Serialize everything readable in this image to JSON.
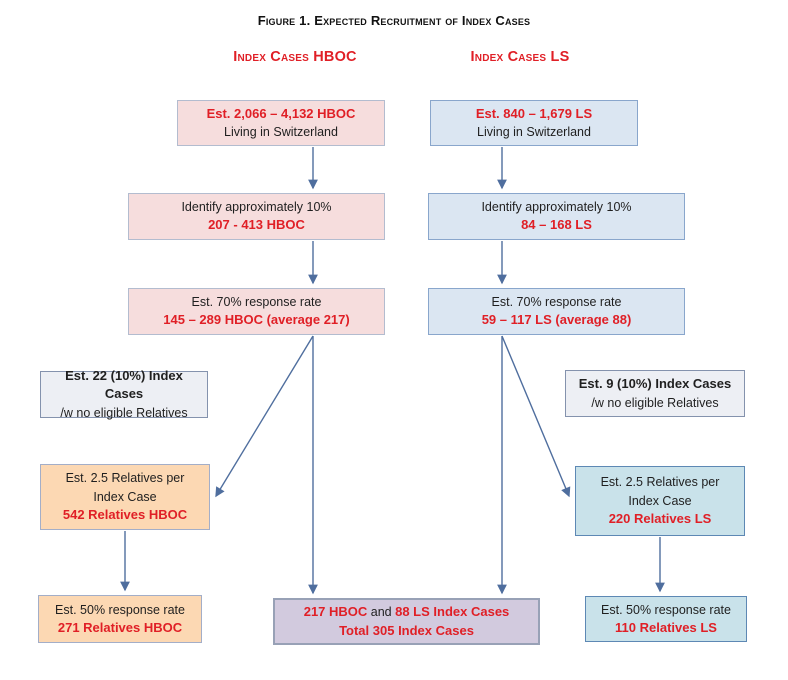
{
  "figure": {
    "title": "Figure 1. Expected Recruitment of Index Cases"
  },
  "columns": {
    "hboc_header": "Index Cases HBOC",
    "ls_header": "Index Cases LS"
  },
  "flow": {
    "hboc": {
      "step1": {
        "value": "Est. 2,066 – 4,132 HBOC",
        "label": "Living in Switzerland"
      },
      "step2": {
        "label": "Identify approximately 10%",
        "value": "207 - 413 HBOC"
      },
      "step3": {
        "label": "Est. 70% response rate",
        "value": "145 – 289 HBOC (average 217)"
      },
      "no_relatives": {
        "bold": "Est. 22 (10%) Index Cases",
        "rest": "/w no eligible Relatives"
      },
      "relatives": {
        "label1": "Est. 2.5 Relatives per",
        "label2": "Index Case",
        "value": "542 Relatives HBOC"
      },
      "response": {
        "label": "Est. 50% response rate",
        "value": "271 Relatives HBOC"
      }
    },
    "ls": {
      "step1": {
        "value": "Est. 840 – 1,679 LS",
        "label": "Living in Switzerland"
      },
      "step2": {
        "label": "Identify approximately 10%",
        "value": "84 – 168 LS"
      },
      "step3": {
        "label": "Est. 70% response rate",
        "value": "59 – 117 LS (average 88)"
      },
      "no_relatives": {
        "bold": "Est. 9 (10%) Index Cases",
        "rest": "/w no eligible Relatives"
      },
      "relatives": {
        "label1": "Est. 2.5 Relatives per",
        "label2": "Index Case",
        "value": "220 Relatives LS"
      },
      "response": {
        "label": "Est. 50% response rate",
        "value": "110 Relatives LS"
      }
    },
    "total": {
      "part1": "217 HBOC",
      "conjunction": " and ",
      "part2": "88 LS Index Cases",
      "line2": "Total 305 Index Cases"
    }
  },
  "colors": {
    "accent_red": "#e01f26",
    "arrow_blue": "#4f6e9e",
    "hboc_fill_pink": "#f6dddd",
    "ls_fill_blue": "#dbe6f2",
    "side_fill_gray": "#edeff4",
    "relatives_fill_orange": "#fcd8b3",
    "relatives_fill_teal": "#c9e2ea",
    "total_fill_purple": "#d2cade"
  }
}
